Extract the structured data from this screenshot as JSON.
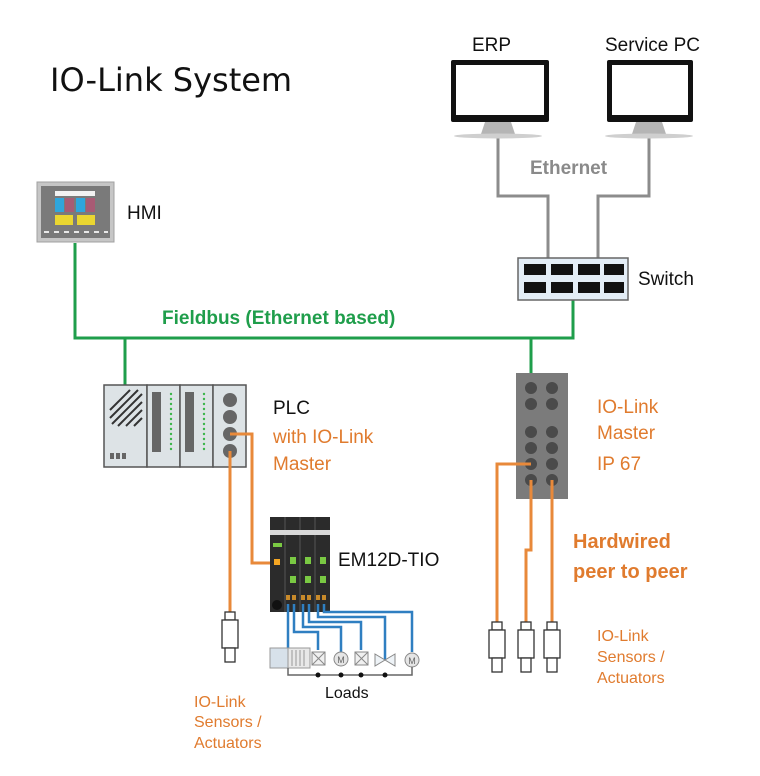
{
  "title": "IO-Link System",
  "devices": {
    "erp": "ERP",
    "service_pc": "Service PC",
    "hmi": "HMI",
    "switch": "Switch",
    "plc": "PLC",
    "plc_sub": [
      "with IO-Link",
      "Master"
    ],
    "io_link_master": [
      "IO-Link",
      "Master",
      "IP 67"
    ],
    "em12d": "EM12D-TIO",
    "loads": "Loads"
  },
  "networks": {
    "ethernet": "Ethernet",
    "fieldbus": "Fieldbus (Ethernet based)",
    "hardwired": [
      "Hardwired",
      "peer to peer"
    ]
  },
  "sensors_left": [
    "IO-Link",
    "Sensors /",
    "Actuators"
  ],
  "sensors_right": [
    "IO-Link",
    "Sensors /",
    "Actuators"
  ],
  "colors": {
    "ethernet_line": "#8c8c8c",
    "fieldbus_line": "#1f9e4b",
    "io_link_line": "#e8893a",
    "load_line": "#2f7fc1",
    "label_orange": "#e07b2e"
  }
}
